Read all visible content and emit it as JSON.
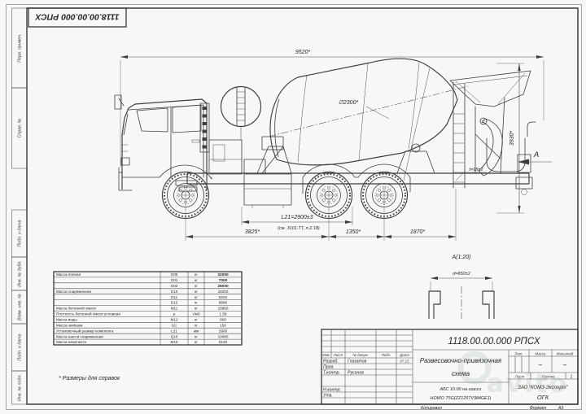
{
  "page": {
    "stamp_top": "1118.00.00.000 РПСХ",
    "footnote": "* Размеры для справок",
    "copied": "Копировал",
    "format_label": "Формат",
    "format_value": "А3"
  },
  "margin_labels": [
    "Перв. примен.",
    "Справ. №",
    "Подп. и дата",
    "Инв. № дубл.",
    "Взам. инв. №",
    "Подп. и дата",
    "Инв. № подл."
  ],
  "dimensions": {
    "overall_length": "9520*",
    "drum_diameter": "∅2300*",
    "overall_height": "3930*",
    "front_wheelbase": "3825*",
    "bogie_spacing": "1350*",
    "rear_overhang": "1870*",
    "mount": "L21=2900±3",
    "mount_ref": "(см. 3101.ТТ, п.2.18)",
    "thickness": "t=95±2",
    "view_label": "А",
    "detail_title": "А(1:20)",
    "detail_dim": "d=850±2"
  },
  "mass_table": {
    "rows": [
      {
        "label": "Масса полная",
        "code": "G00",
        "unit": "кг",
        "value": "32000"
      },
      {
        "label": "",
        "code": "G01",
        "unit": "кг",
        "value": "7000"
      },
      {
        "label": "",
        "code": "G02",
        "unit": "кг",
        "value": "25000"
      },
      {
        "label": "Масса снаряженная",
        "code": "G10",
        "unit": "кг",
        "value": "15200"
      },
      {
        "label": "",
        "code": "G11",
        "unit": "кг",
        "value": "5204"
      },
      {
        "label": "",
        "code": "G12",
        "unit": "кг",
        "value": "9996"
      },
      {
        "label": "Масса бетонной смеси",
        "code": "M11",
        "unit": "кг",
        "value": "15850"
      },
      {
        "label": "Плотность бетонной смеси условная",
        "code": "ρ",
        "unit": "т/м3",
        "value": "1.59"
      },
      {
        "label": "Масса воды",
        "code": "M12",
        "unit": "кг",
        "value": "800"
      },
      {
        "label": "Масса экипажа",
        "code": "GC",
        "unit": "кг",
        "value": "150"
      },
      {
        "label": "Установочный размер комплекта",
        "code": "L21",
        "unit": "мм",
        "value": "2900"
      },
      {
        "label": "Масса шасси снаряженная",
        "code": "Q10",
        "unit": "кг",
        "value": "10080"
      },
      {
        "label": "Масса комплекта",
        "code": "M10",
        "unit": "кг",
        "value": "5120"
      }
    ]
  },
  "title_block": {
    "doc_number": "1118.00.00.000 РПСХ",
    "title_line1": "Развесовочно-привязочная",
    "title_line2": "схема",
    "subtitle_line1": "АБС 10.00 на шасси",
    "subtitle_line2": "HOWO T5G(ZZ1257V384GE1)",
    "company": "ЗАО \"КОМЗ-Экспорт\"",
    "department": "ОГК",
    "col_izm": "Изм.",
    "col_list": "Лист",
    "col_doc": "№ докум.",
    "col_sign": "Подп.",
    "col_date": "Дата",
    "row_developed": "Разраб.",
    "row_checked": "Пров.",
    "row_tcontrol": "Т.контр.",
    "row_ncontrol": "Н.контр.",
    "row_approved": "Утв.",
    "name_developed": "Глазатов",
    "name_tcontrol": "Русанов",
    "date_developed": "07.15",
    "lit_label": "Лит.",
    "mass_label": "Масса",
    "scale_label": "Масштаб",
    "mass_value": "–",
    "scale_value": "–",
    "sheet_label": "Лист",
    "sheets_label": "Листов",
    "sheets_value": "1"
  },
  "watermark": "avito"
}
